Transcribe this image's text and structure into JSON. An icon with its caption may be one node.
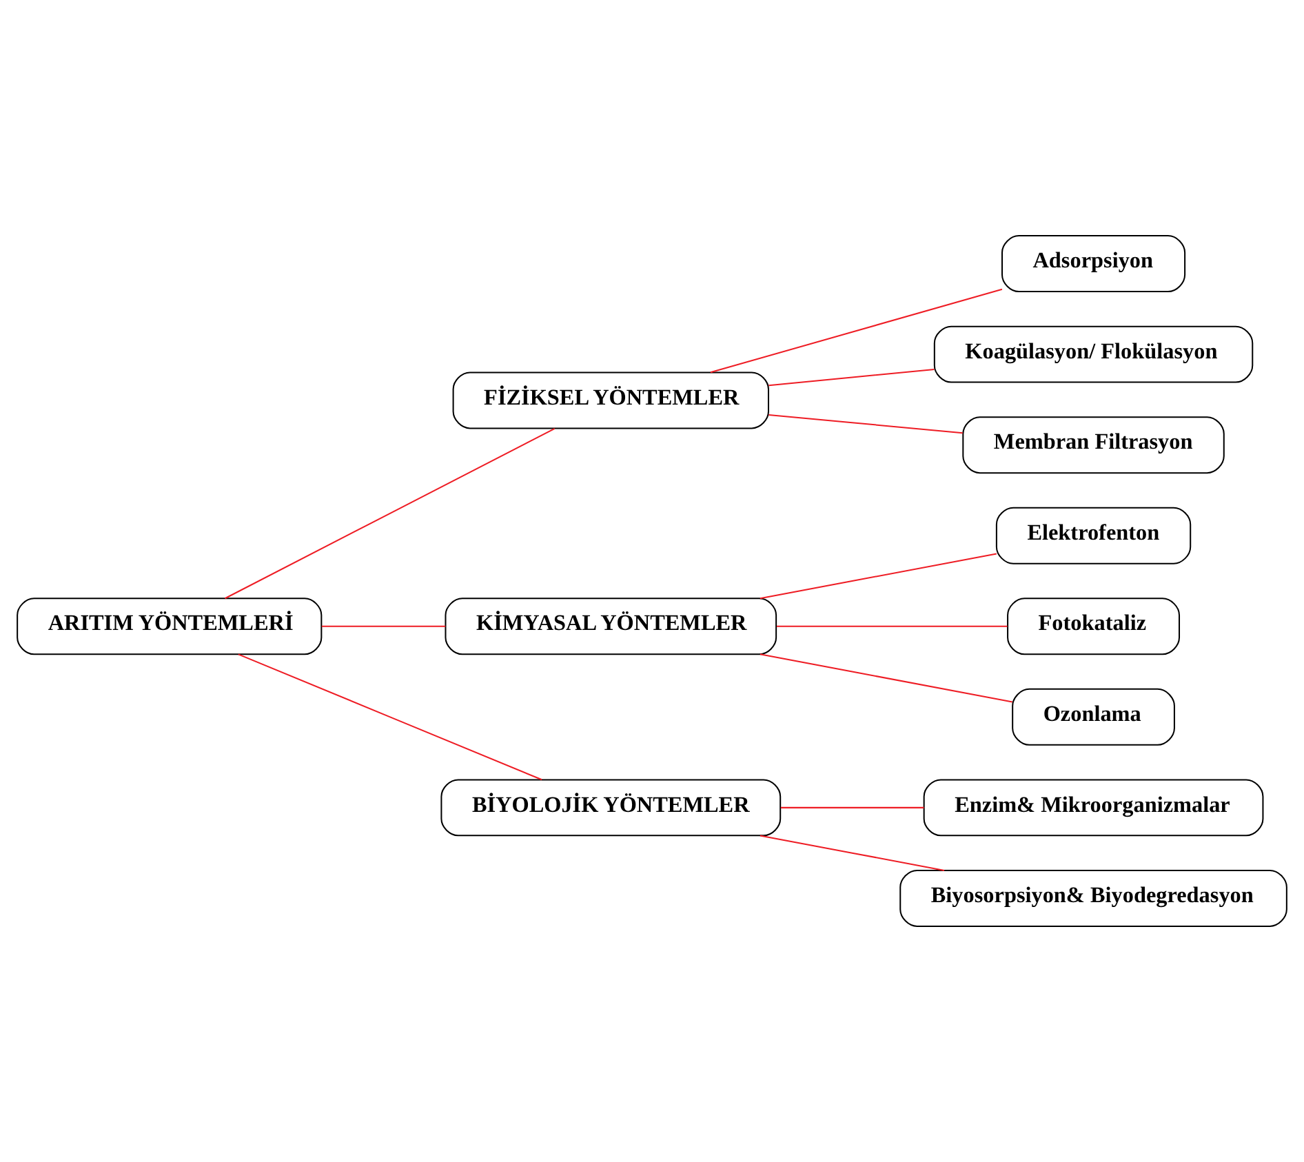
{
  "diagram": {
    "nodes": [
      {
        "text": [
          "ARITIM YÖNTEMLERİ"
        ]
      },
      {
        "text": [
          "FİZİKSEL YÖNTEMLER"
        ]
      },
      {
        "text": [
          "KİMYASAL YÖNTEMLER"
        ]
      },
      {
        "text": [
          "BİYOLOJİK YÖNTEMLER"
        ]
      },
      {
        "text": [
          "Adsorpsiyon"
        ]
      },
      {
        "text": [
          "Koagülasyon/ Flokülasyon"
        ]
      },
      {
        "text": [
          "Membran Filtrasyon"
        ]
      },
      {
        "text": [
          "Elektrofenton"
        ]
      },
      {
        "text": [
          "Fotokataliz"
        ]
      },
      {
        "text": [
          "Ozonlama"
        ]
      },
      {
        "text": [
          "Enzim& Mikroorganizmalar"
        ]
      },
      {
        "text": [
          "Biyosorpsiyon& Biyodegredasyon"
        ]
      }
    ],
    "edges": [
      {
        "from": 0,
        "to": 1,
        "arrow": "none"
      },
      {
        "from": 0,
        "to": 2,
        "arrow": "none"
      },
      {
        "from": 0,
        "to": 3,
        "arrow": "none"
      },
      {
        "from": 1,
        "to": 4,
        "arrow": "none"
      },
      {
        "from": 1,
        "to": 5,
        "arrow": "none"
      },
      {
        "from": 1,
        "to": 6,
        "arrow": "none"
      },
      {
        "from": 2,
        "to": 7,
        "arrow": "none"
      },
      {
        "from": 2,
        "to": 8,
        "arrow": "none"
      },
      {
        "from": 2,
        "to": 9,
        "arrow": "none"
      },
      {
        "from": 3,
        "to": 10,
        "arrow": "none"
      },
      {
        "from": 3,
        "to": 11,
        "arrow": "none"
      }
    ]
  }
}
